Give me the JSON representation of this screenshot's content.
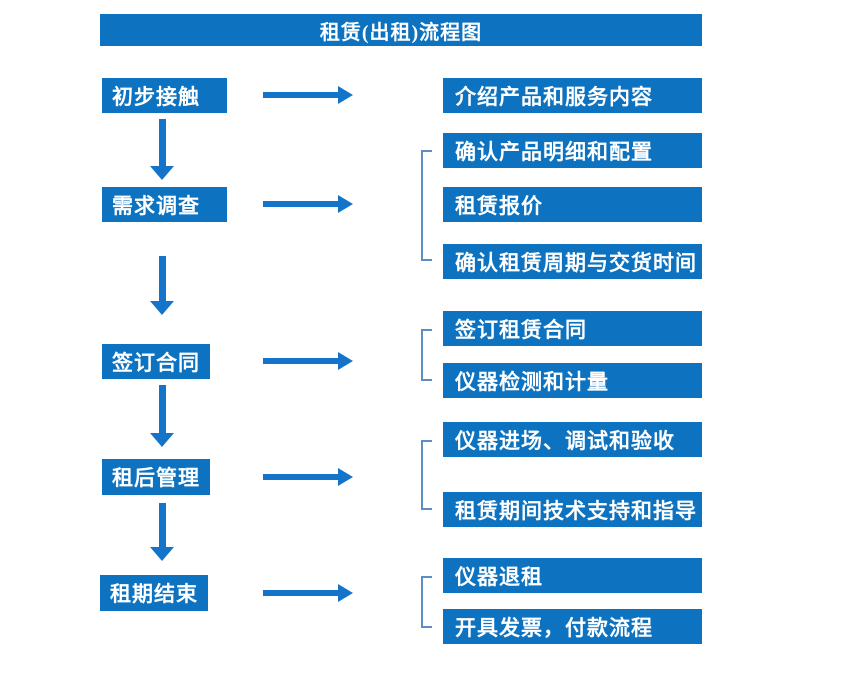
{
  "title": "租赁(出租)流程图",
  "colors": {
    "box_blue": "#0d72bf",
    "arrow_blue": "#1374c9",
    "bracket_blue": "#5b8ec4",
    "text_white": "#ffffff",
    "background": "#ffffff"
  },
  "stages": [
    {
      "label": "初步接触",
      "outputs": [
        "介绍产品和服务内容"
      ]
    },
    {
      "label": "需求调查",
      "outputs": [
        "确认产品明细和配置",
        "租赁报价",
        "确认租赁周期与交货时间"
      ]
    },
    {
      "label": "签订合同",
      "outputs": [
        "签订租赁合同",
        "仪器检测和计量"
      ]
    },
    {
      "label": "租后管理",
      "outputs": [
        "仪器进场、调试和验收",
        "租赁期间技术支持和指导"
      ]
    },
    {
      "label": "租期结束",
      "outputs": [
        "仪器退租",
        "开具发票，付款流程"
      ]
    }
  ]
}
